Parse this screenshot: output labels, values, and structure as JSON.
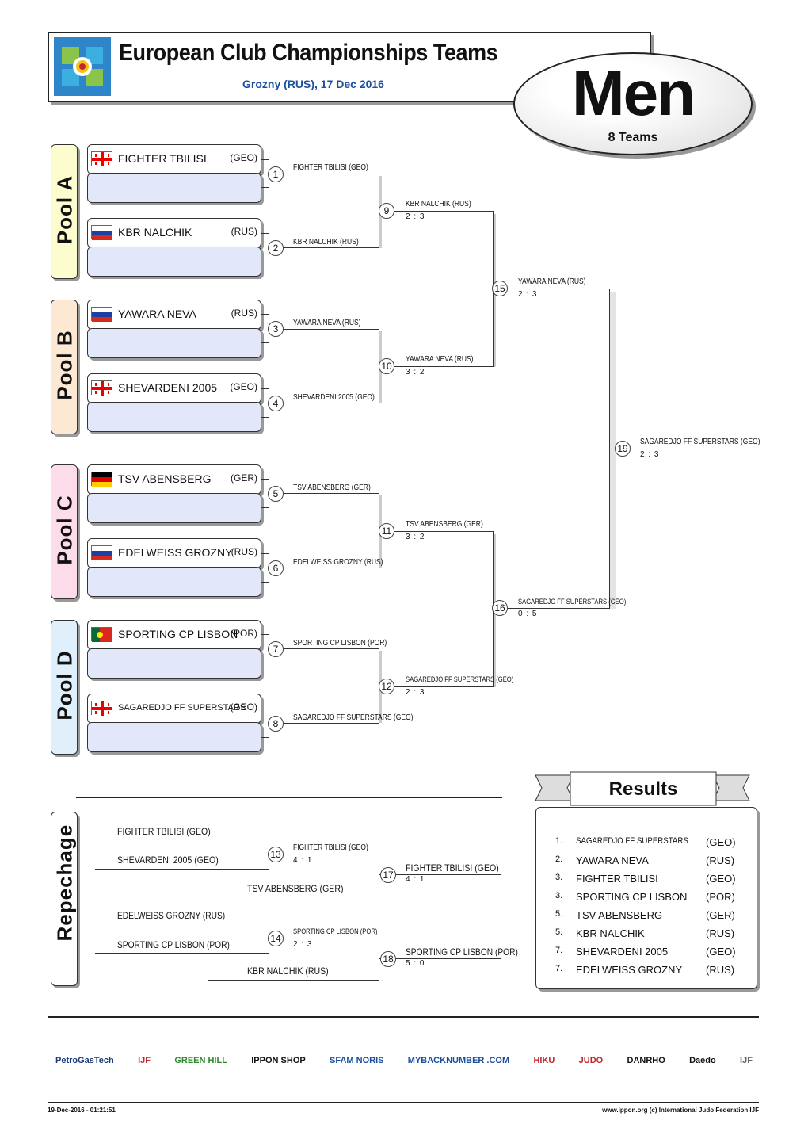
{
  "header": {
    "title": "European Club Championships Teams",
    "subtitle": "Grozny (RUS), 17 Dec 2016",
    "registered_mark": "®",
    "category": "Men",
    "teams_count": "8 Teams"
  },
  "pools": [
    {
      "label": "Pool A",
      "color": "#fcfccf"
    },
    {
      "label": "Pool B",
      "color": "#fde8d4"
    },
    {
      "label": "Pool C",
      "color": "#fcdcea"
    },
    {
      "label": "Pool D",
      "color": "#dfeffb"
    }
  ],
  "teams": [
    {
      "name": "FIGHTER TBILISI",
      "nation": "(GEO)",
      "flag": "geo"
    },
    {
      "name": "KBR NALCHIK",
      "nation": "(RUS)",
      "flag": "rus"
    },
    {
      "name": "YAWARA NEVA",
      "nation": "(RUS)",
      "flag": "rus"
    },
    {
      "name": "SHEVARDENI 2005",
      "nation": "(GEO)",
      "flag": "geo"
    },
    {
      "name": "TSV ABENSBERG",
      "nation": "(GER)",
      "flag": "ger"
    },
    {
      "name": "EDELWEISS GROZNY",
      "nation": "(RUS)",
      "flag": "rus"
    },
    {
      "name": "SPORTING CP LISBON",
      "nation": "(POR)",
      "flag": "por"
    },
    {
      "name": "SAGAREDJO FF SUPERSTARS",
      "nation": "(GEO)",
      "flag": "geo"
    }
  ],
  "matches": {
    "m1": {
      "num": "1",
      "winner": "FIGHTER TBILISI  (GEO)"
    },
    "m2": {
      "num": "2",
      "winner": "KBR NALCHIK  (RUS)"
    },
    "m3": {
      "num": "3",
      "winner": "YAWARA NEVA  (RUS)"
    },
    "m4": {
      "num": "4",
      "winner": "SHEVARDENI 2005  (GEO)"
    },
    "m5": {
      "num": "5",
      "winner": "TSV ABENSBERG  (GER)"
    },
    "m6": {
      "num": "6",
      "winner": "EDELWEISS GROZNY  (RUS)"
    },
    "m7": {
      "num": "7",
      "winner": "SPORTING CP LISBON  (POR)"
    },
    "m8": {
      "num": "8",
      "winner": "SAGAREDJO FF SUPERSTARS  (GEO)"
    },
    "m9": {
      "num": "9",
      "winner": "KBR NALCHIK  (RUS)",
      "score": "2 : 3"
    },
    "m10": {
      "num": "10",
      "winner": "YAWARA NEVA  (RUS)",
      "score": "3 : 2"
    },
    "m11": {
      "num": "11",
      "winner": "TSV ABENSBERG  (GER)",
      "score": "3 : 2"
    },
    "m12": {
      "num": "12",
      "winner": "SAGAREDJO FF SUPERSTARS  (GEO)",
      "score": "2 : 3"
    },
    "m15": {
      "num": "15",
      "winner": "YAWARA NEVA  (RUS)",
      "score": "2 : 3"
    },
    "m16": {
      "num": "16",
      "winner": "SAGAREDJO FF SUPERSTARS  (GEO)",
      "score": "0 : 5"
    },
    "m19": {
      "num": "19",
      "winner": "SAGAREDJO FF SUPERSTARS  (GEO)",
      "score": "2 : 3"
    }
  },
  "repechage": {
    "label": "Repechage",
    "a1": "FIGHTER TBILISI  (GEO)",
    "a2": "SHEVARDENI 2005  (GEO)",
    "a3": "TSV ABENSBERG  (GER)",
    "b1": "EDELWEISS GROZNY  (RUS)",
    "b2": "SPORTING CP LISBON  (POR)",
    "b3": "KBR NALCHIK  (RUS)",
    "m13": {
      "num": "13",
      "winner": "FIGHTER TBILISI  (GEO)",
      "score": "4 : 1"
    },
    "m14": {
      "num": "14",
      "winner": "SPORTING CP LISBON  (POR)",
      "score": "2 : 3"
    },
    "m17": {
      "num": "17",
      "winner": "FIGHTER TBILISI  (GEO)",
      "score": "4 : 1"
    },
    "m18": {
      "num": "18",
      "winner": "SPORTING CP LISBON  (POR)",
      "score": "5 : 0"
    }
  },
  "results": {
    "title": "Results",
    "rows": [
      {
        "rank": "1.",
        "name": "SAGAREDJO FF SUPERSTARS",
        "nation": "(GEO)"
      },
      {
        "rank": "2.",
        "name": "YAWARA NEVA",
        "nation": "(RUS)"
      },
      {
        "rank": "3.",
        "name": "FIGHTER TBILISI",
        "nation": "(GEO)"
      },
      {
        "rank": "3.",
        "name": "SPORTING CP LISBON",
        "nation": "(POR)"
      },
      {
        "rank": "5.",
        "name": "TSV ABENSBERG",
        "nation": "(GER)"
      },
      {
        "rank": "5.",
        "name": "KBR NALCHIK",
        "nation": "(RUS)"
      },
      {
        "rank": "7.",
        "name": "SHEVARDENI 2005",
        "nation": "(GEO)"
      },
      {
        "rank": "7.",
        "name": "EDELWEISS GROZNY",
        "nation": "(RUS)"
      }
    ]
  },
  "sponsors": [
    "PetroGasTech",
    "IJF",
    "GREEN HILL",
    "IPPON SHOP",
    "SFAM NORIS",
    "MYBACKNUMBER .COM",
    "HIKU",
    "JUDO",
    "DANRHO",
    "Daedo",
    "IJF"
  ],
  "footer": {
    "left": "19-Dec-2016 - 01:21:51",
    "right": "www.ippon.org   (c) International Judo Federation IJF"
  }
}
